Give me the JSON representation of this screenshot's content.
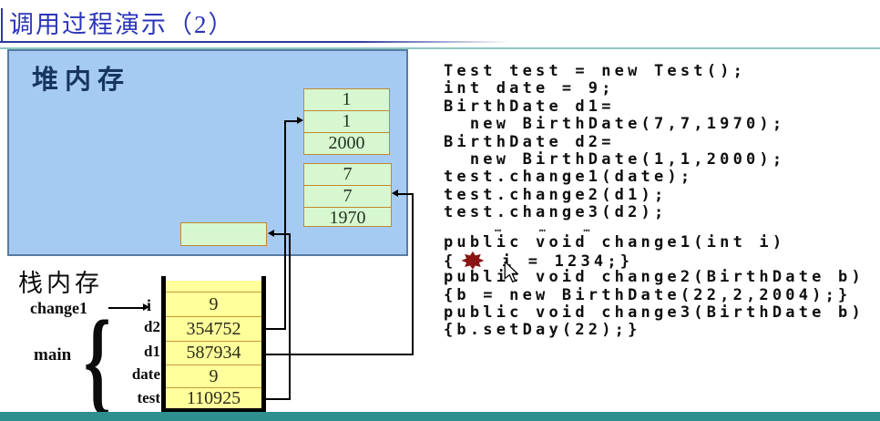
{
  "slide": {
    "title": "调用过程演示（2）"
  },
  "heap": {
    "label": "堆内存",
    "objects": [
      {
        "id": "birthdate-d2-object",
        "cells": [
          "1",
          "1",
          "2000"
        ]
      },
      {
        "id": "birthdate-d1-object",
        "cells": [
          "7",
          "7",
          "1970"
        ]
      },
      {
        "id": "test-object",
        "cells": [
          ""
        ]
      }
    ]
  },
  "stack": {
    "label": "栈内存",
    "frames": {
      "change1_label": "change1",
      "main_label": "main",
      "main_brace": "{"
    },
    "slots": [
      {
        "var": "i",
        "value": "9"
      },
      {
        "var": "d2",
        "value": "354752"
      },
      {
        "var": "d1",
        "value": "587934"
      },
      {
        "var": "date",
        "value": "9"
      },
      {
        "var": "test",
        "value": "110925"
      }
    ]
  },
  "code": {
    "top": [
      "Test test = new Test();",
      "int date = 9;",
      "BirthDate d1=",
      "  new BirthDate(7,7,1970);",
      "BirthDate d2=",
      "  new BirthDate(1,1,2000);",
      "test.change1(date);",
      "test.change2(d1);",
      "test.change3(d2);"
    ],
    "ellipsis": "…  …  …",
    "method_1": "public void change1(int i)",
    "star_line_open": "{",
    "star_line_rest": " i = 1234;}",
    "method_2": "public void change2(BirthDate b)",
    "method_3": "{b = new BirthDate(22,2,2004);}",
    "method_4": "public void change3(BirthDate b)",
    "method_5": "{b.setDay(22);}"
  },
  "icons": {
    "star": "burst-star-icon",
    "cursor": "mouse-pointer-icon"
  },
  "colors": {
    "title_blue": "#2b36b8",
    "heap_fill": "#a6cbf3",
    "heap_border": "#5a7ba0",
    "object_fill": "#d7f7d1",
    "object_border": "#c08a2e",
    "stack_fill": "#ffff9c",
    "stack_separator": "#cc9933",
    "footer_teal": "#2d8f8e",
    "star_red": "#8b1414"
  }
}
